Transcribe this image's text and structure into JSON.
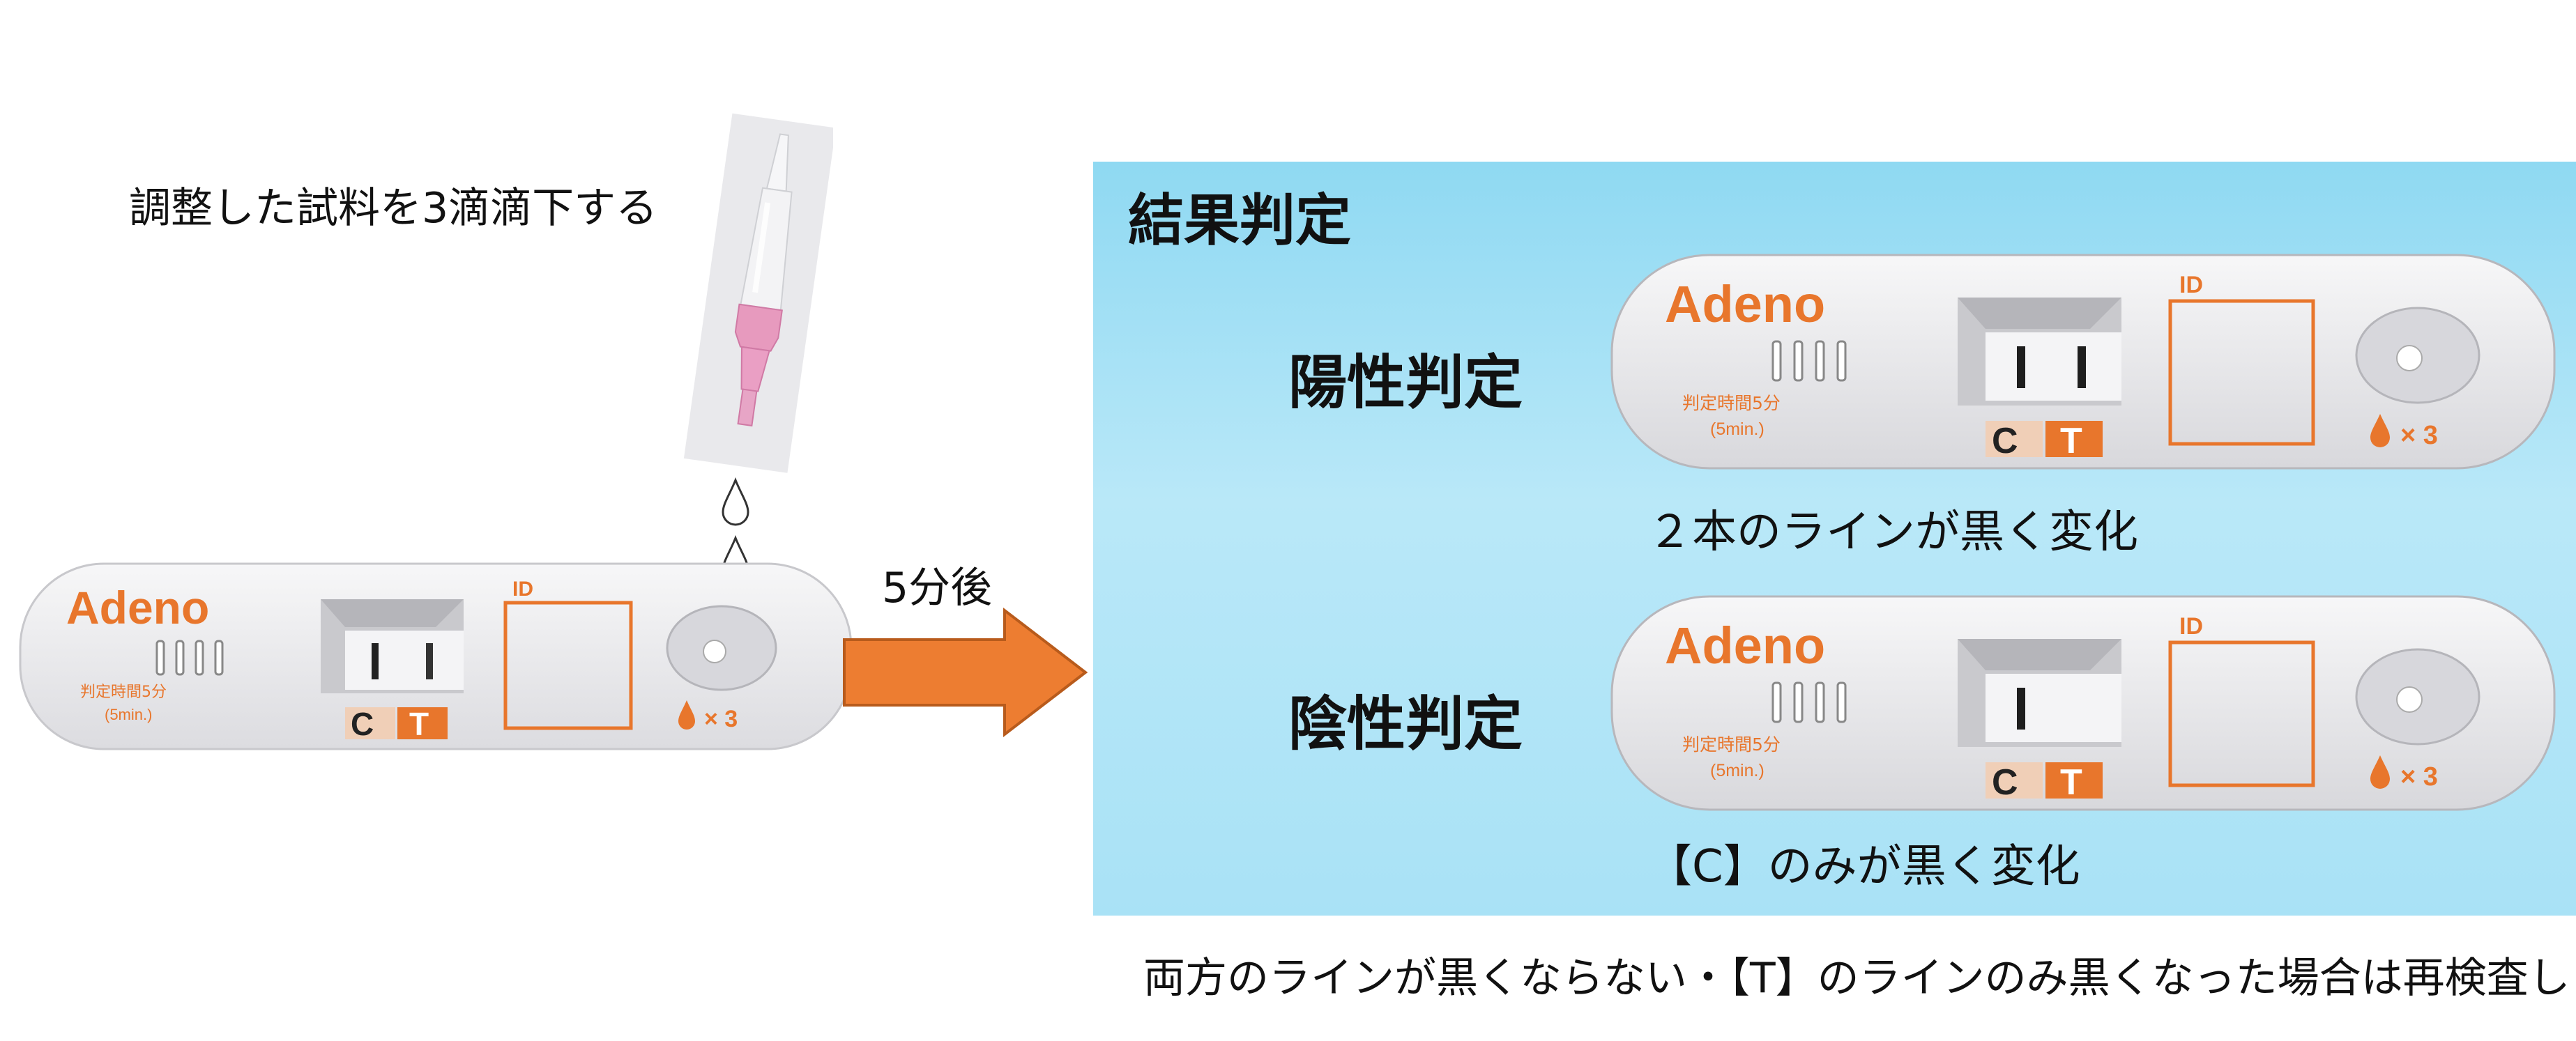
{
  "instruction": {
    "dropper_step": "調整した試料を3滴滴下する",
    "wait": "5分後"
  },
  "cassette": {
    "brand": "Adeno",
    "id_label": "ID",
    "time_label": "判定時間5分",
    "time_label_en": "(5min.)",
    "c_label": "C",
    "t_label": "T",
    "drop_count": "× 3"
  },
  "results": {
    "title": "結果判定",
    "positive": {
      "label": "陽性判定",
      "caption": "２本のラインが黒く変化"
    },
    "negative": {
      "label": "陰性判定",
      "caption": "【C】のみが黒く変化"
    }
  },
  "retest_note": "両方のラインが黒くならない・【T】のラインのみ黒くなった場合は再検査します",
  "colors": {
    "orange": "#e8762c",
    "arrow": "#ed7d31",
    "panel_blue": "#a9e2f6",
    "dropper_pink": "#e79abe"
  }
}
